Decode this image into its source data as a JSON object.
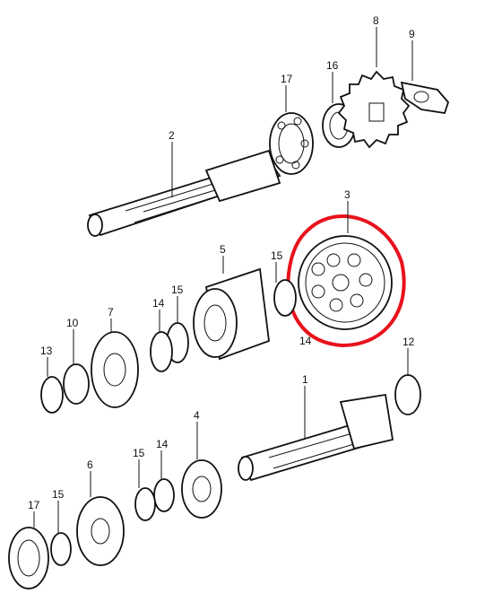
{
  "diagram": {
    "callouts": [
      {
        "id": "c17a",
        "text": "17"
      },
      {
        "id": "c16",
        "text": "16"
      },
      {
        "id": "c8",
        "text": "8"
      },
      {
        "id": "c9",
        "text": "9"
      },
      {
        "id": "c2",
        "text": "2"
      },
      {
        "id": "c3",
        "text": "3"
      },
      {
        "id": "c5",
        "text": "5"
      },
      {
        "id": "c15a",
        "text": "15"
      },
      {
        "id": "c14a",
        "text": "14"
      },
      {
        "id": "c15b",
        "text": "15"
      },
      {
        "id": "c14b",
        "text": "14"
      },
      {
        "id": "c7",
        "text": "7"
      },
      {
        "id": "c10",
        "text": "10"
      },
      {
        "id": "c13",
        "text": "13"
      },
      {
        "id": "c12",
        "text": "12"
      },
      {
        "id": "c1",
        "text": "1"
      },
      {
        "id": "c4",
        "text": "4"
      },
      {
        "id": "c6",
        "text": "6"
      },
      {
        "id": "c15c",
        "text": "15"
      },
      {
        "id": "c14c",
        "text": "14"
      },
      {
        "id": "c17b",
        "text": "17"
      },
      {
        "id": "c15d",
        "text": "15"
      }
    ],
    "highlight_color": "#e8121c",
    "line_color": "#111111"
  }
}
